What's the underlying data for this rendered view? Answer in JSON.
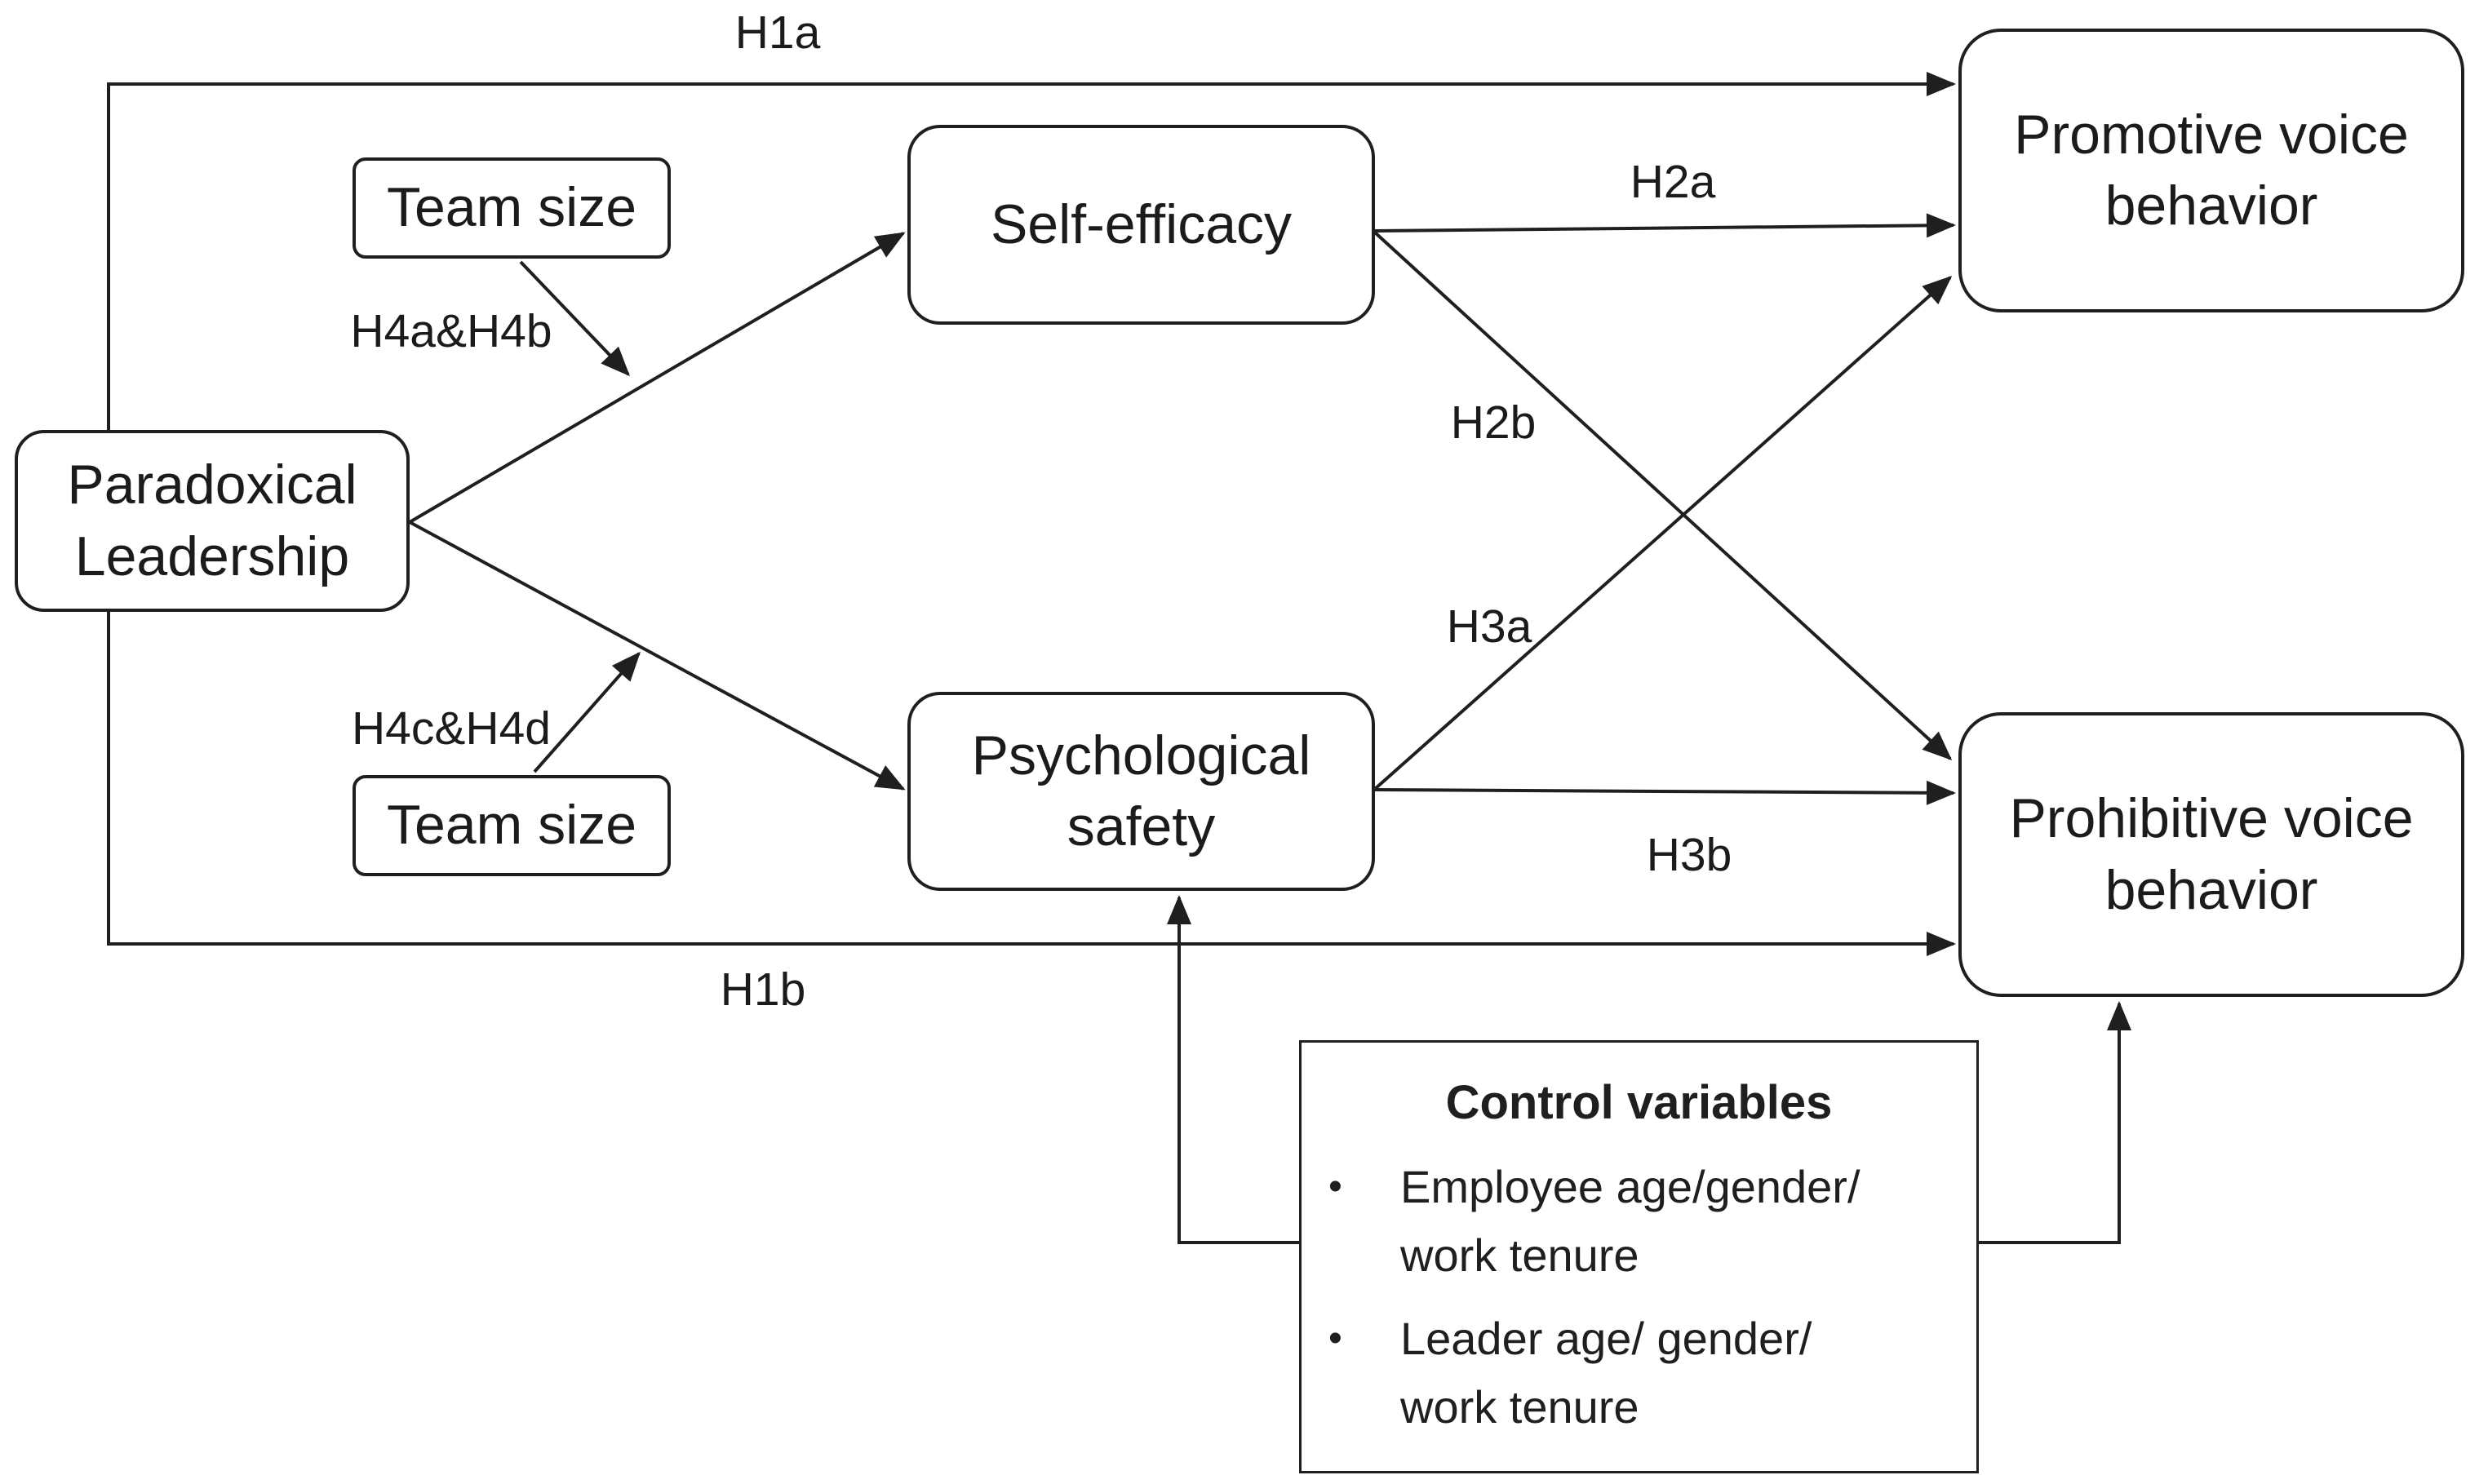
{
  "figure": {
    "background": "#ffffff",
    "line_color": "#1f1f1f",
    "nodes": {
      "paradoxical_leadership": {
        "lines": [
          "Paradoxical",
          "Leadership"
        ]
      },
      "team_size_top": {
        "lines": [
          "Team size"
        ]
      },
      "team_size_bottom": {
        "lines": [
          "Team size"
        ]
      },
      "self_efficacy": {
        "lines": [
          "Self-efficacy"
        ]
      },
      "psychological_safety": {
        "lines": [
          "Psychological",
          "safety"
        ]
      },
      "promotive_voice": {
        "lines": [
          "Promotive voice",
          "behavior"
        ]
      },
      "prohibitive_voice": {
        "lines": [
          "Prohibitive voice",
          "behavior"
        ]
      }
    },
    "hypothesis_labels": {
      "h1a": "H1a",
      "h1b": "H1b",
      "h2a": "H2a",
      "h2b": "H2b",
      "h3a": "H3a",
      "h3b": "H3b",
      "h4ab": "H4a&H4b",
      "h4cd": "H4c&H4d"
    },
    "control_box": {
      "title": "Control variables",
      "bullet_glyph": "•",
      "bullets": [
        {
          "line1": "Employee age/gender/",
          "line2": "work tenure"
        },
        {
          "line1": "Leader age/ gender/",
          "line2": "work tenure"
        }
      ]
    }
  }
}
